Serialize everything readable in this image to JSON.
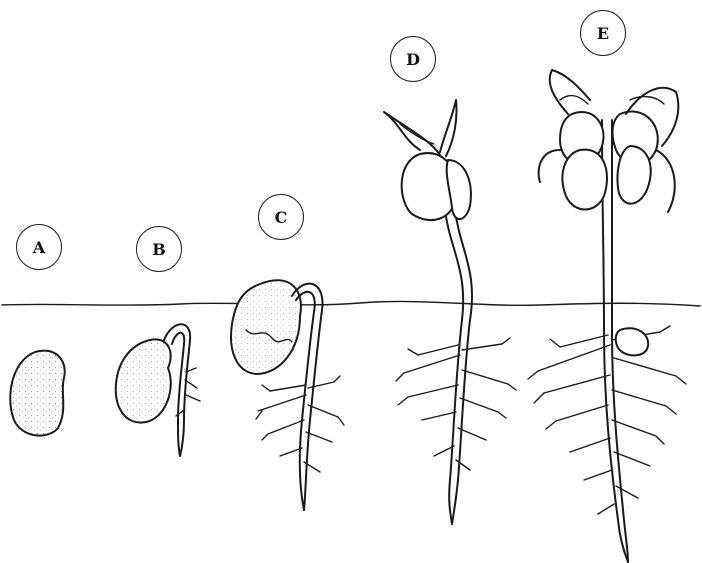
{
  "stages": [
    {
      "id": "A",
      "label": "A"
    },
    {
      "id": "B",
      "label": "B"
    },
    {
      "id": "C",
      "label": "C"
    },
    {
      "id": "D",
      "label": "D"
    },
    {
      "id": "E",
      "label": "E"
    }
  ]
}
